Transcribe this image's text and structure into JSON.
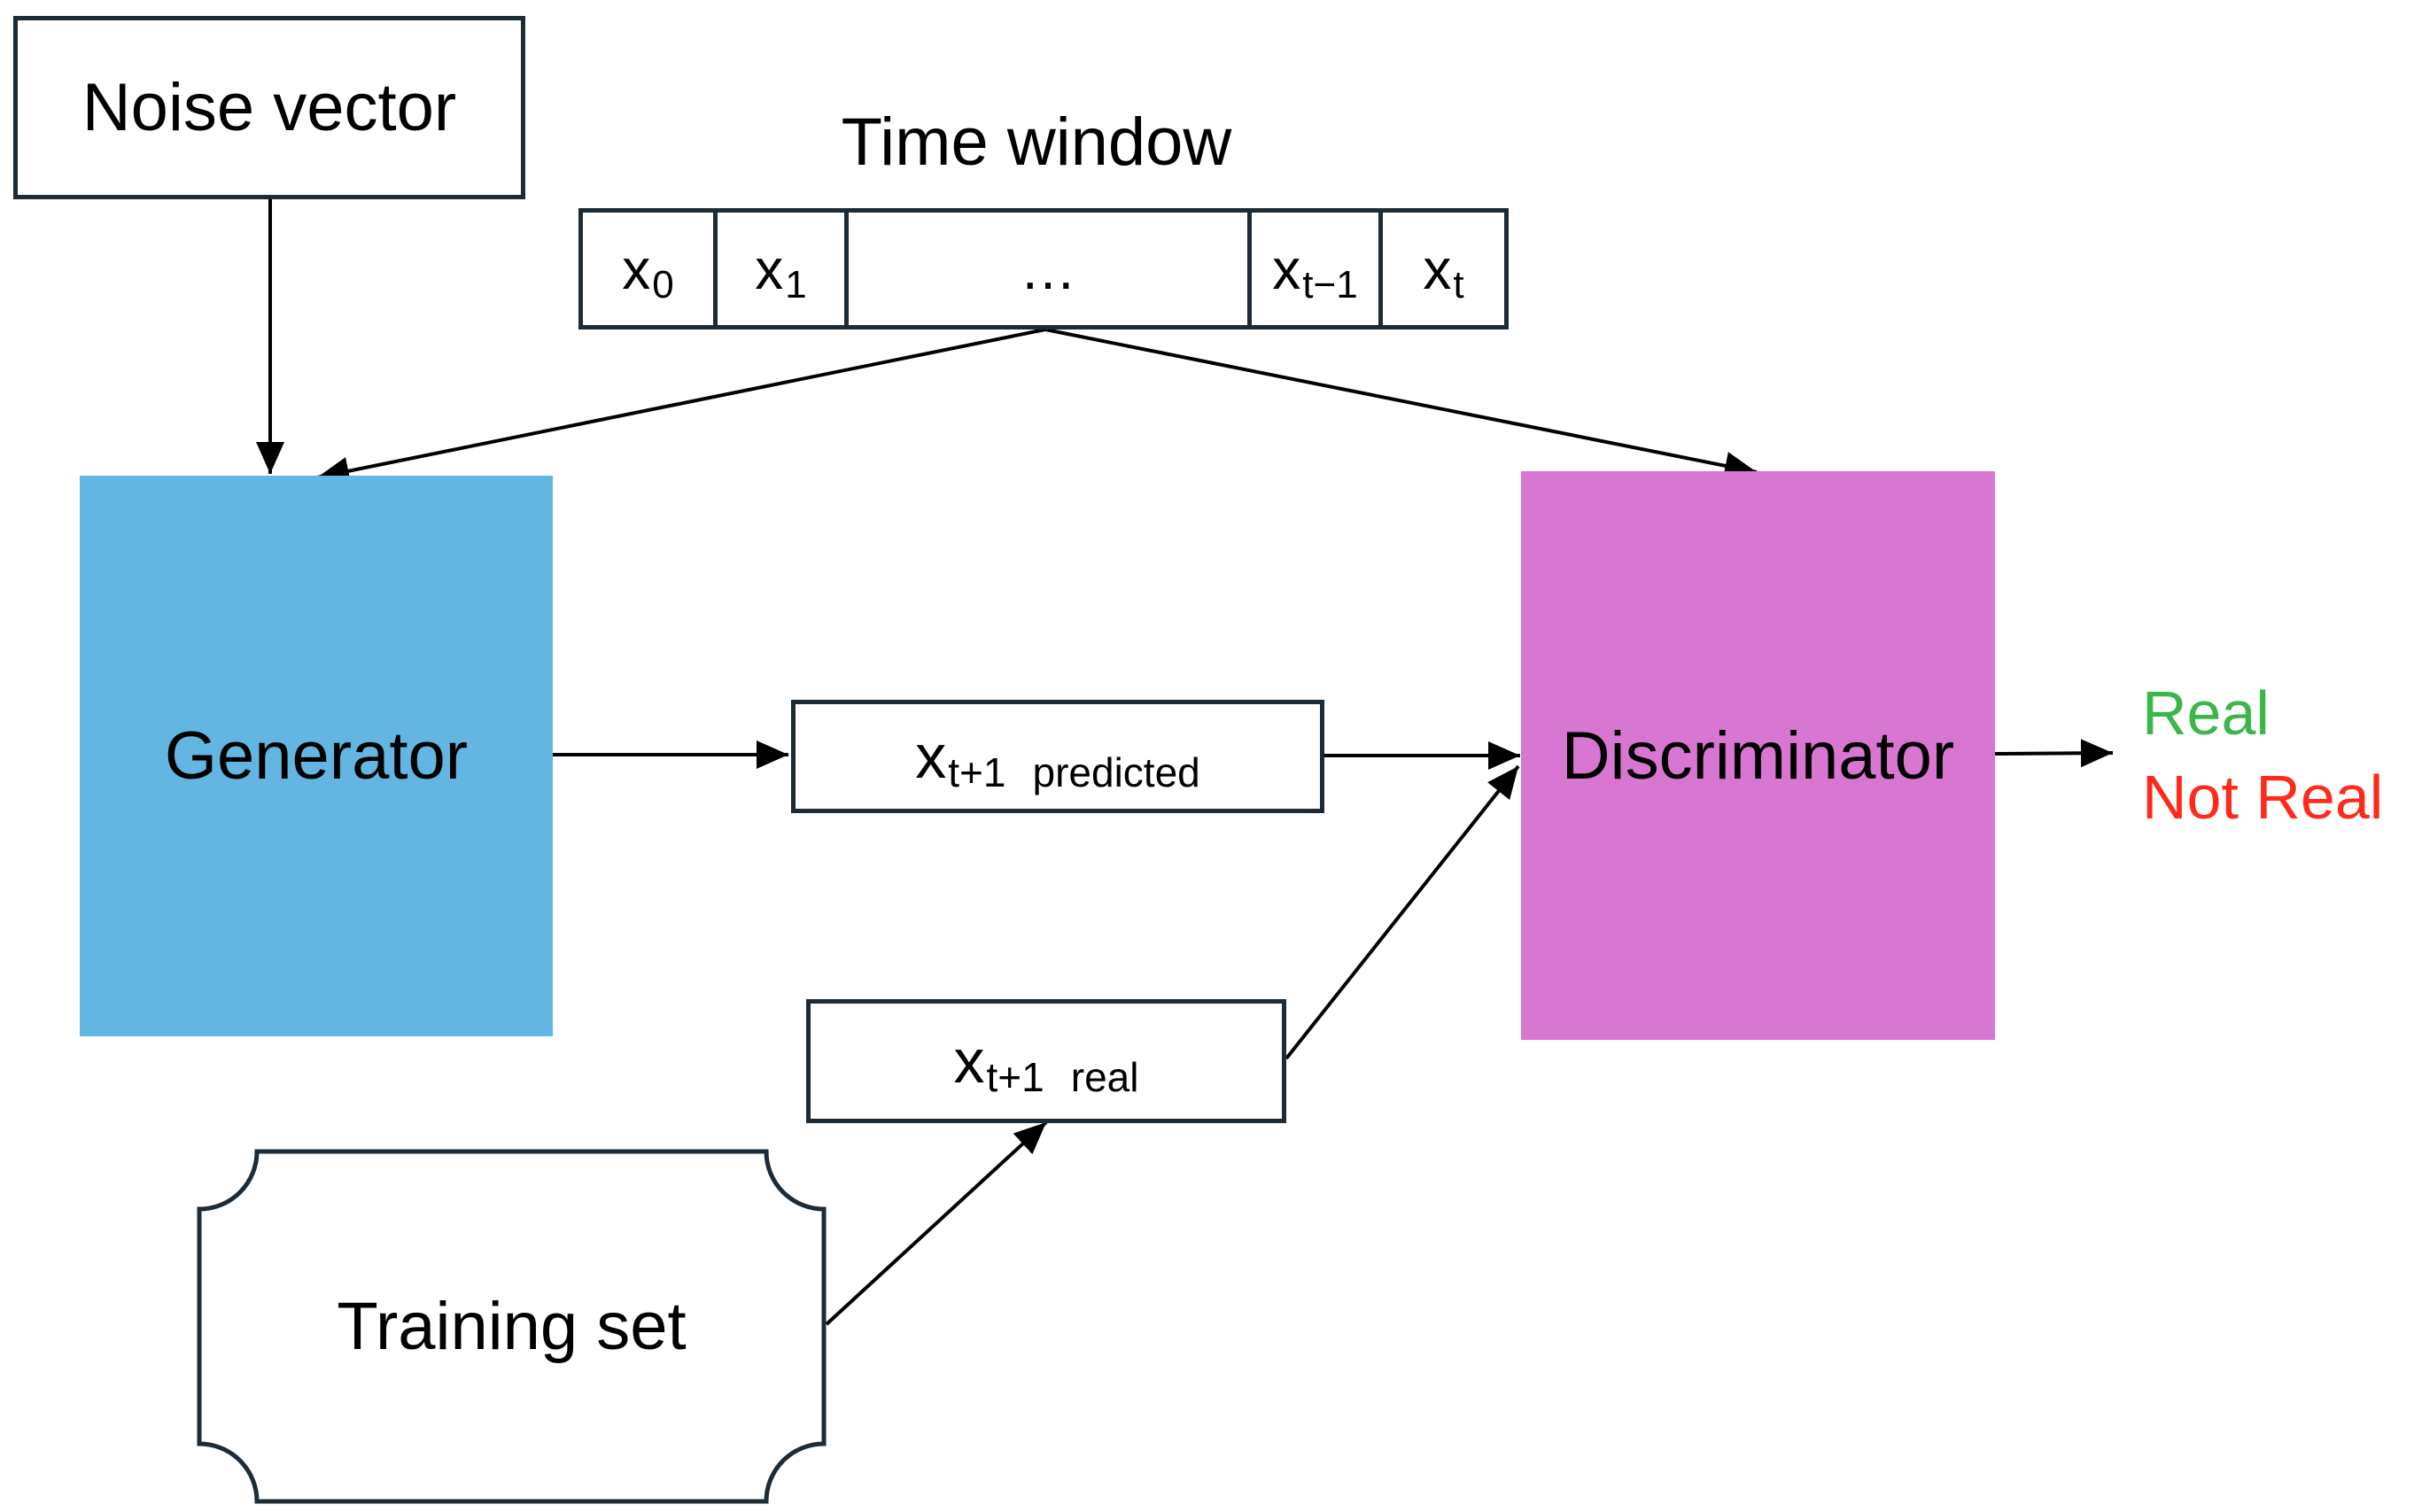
{
  "noise_vector": "Noise vector",
  "time_window": {
    "title": "Time window",
    "cells": [
      {
        "base": "x",
        "sub": "0"
      },
      {
        "base": "x",
        "sub": "1"
      },
      {
        "base": "…",
        "sub": ""
      },
      {
        "base": "x",
        "sub": "t−1"
      },
      {
        "base": "x",
        "sub": "t"
      }
    ]
  },
  "generator": {
    "label": "Generator",
    "color": "#63b6e2"
  },
  "discriminator": {
    "label": "Discriminator",
    "color": "#d877d2"
  },
  "predicted": {
    "base": "x",
    "sub": "t+1",
    "tag": "predicted"
  },
  "real_sample": {
    "base": "x",
    "sub": "t+1",
    "tag": "real"
  },
  "training_set": "Training set",
  "outputs": {
    "real": {
      "label": "Real",
      "color": "#3cb54a"
    },
    "not_real": {
      "label": "Not Real",
      "color": "#ff2a1a"
    }
  }
}
